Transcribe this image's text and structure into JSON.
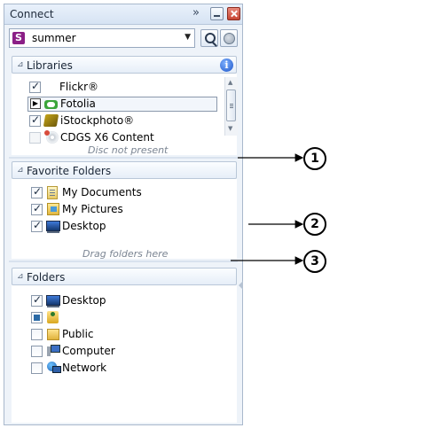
{
  "window": {
    "title": "Connect",
    "expand_glyph": "»",
    "min_icon": "minimize-icon",
    "close_icon": "close-icon"
  },
  "search": {
    "value": "summer",
    "dropdown_arrow": "▼",
    "search_icon": "search-icon",
    "network_icon": "network-globe-icon"
  },
  "libraries": {
    "title": "Libraries",
    "collapse_glyph": "⊿",
    "info_glyph": "i",
    "items": [
      {
        "label": "Flickr®",
        "checked": true
      },
      {
        "label": "Fotolia",
        "expander": "▶",
        "selected": true
      },
      {
        "label": "iStockphoto®",
        "checked": true
      },
      {
        "label": "CDGS X6 Content",
        "disabled": true
      }
    ],
    "note": "Disc not present",
    "scroll_up": "▲",
    "scroll_down": "▼"
  },
  "favorites": {
    "title": "Favorite Folders",
    "collapse_glyph": "⊿",
    "items": [
      {
        "label": "My Documents",
        "checked": true
      },
      {
        "label": "My Pictures",
        "checked": true
      },
      {
        "label": "Desktop",
        "checked": true
      }
    ],
    "drop_hint": "Drag folders here"
  },
  "folders": {
    "title": "Folders",
    "collapse_glyph": "⊿",
    "items": [
      {
        "label": "Desktop",
        "checked": true
      },
      {
        "label": "",
        "partial": true
      },
      {
        "label": "Public"
      },
      {
        "label": "Computer"
      },
      {
        "label": "Network"
      }
    ]
  },
  "callouts": [
    "1",
    "2",
    "3"
  ]
}
